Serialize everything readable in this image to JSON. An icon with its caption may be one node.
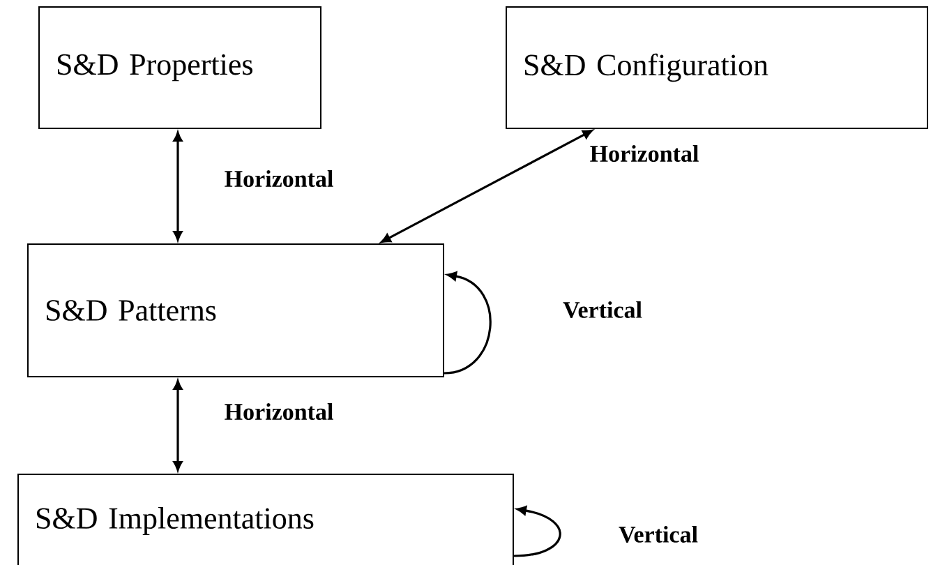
{
  "diagram": {
    "nodes": [
      {
        "text": [
          "S&D Properties"
        ]
      },
      {
        "text": [
          "S&D Configuration"
        ]
      },
      {
        "text": [
          "S&D Patterns"
        ]
      },
      {
        "text": [
          "S&D Implementations"
        ]
      }
    ],
    "edges": [
      {
        "from": 0,
        "to": 2,
        "arrow": "both",
        "label": "Horizontal"
      },
      {
        "from": 1,
        "to": 2,
        "arrow": "both",
        "label": "Horizontal"
      },
      {
        "from": 2,
        "to": 2,
        "arrow": "to",
        "label": "Vertical"
      },
      {
        "from": 2,
        "to": 3,
        "arrow": "both",
        "label": "Horizontal"
      },
      {
        "from": 3,
        "to": 3,
        "arrow": "to",
        "label": "Vertical"
      }
    ]
  }
}
